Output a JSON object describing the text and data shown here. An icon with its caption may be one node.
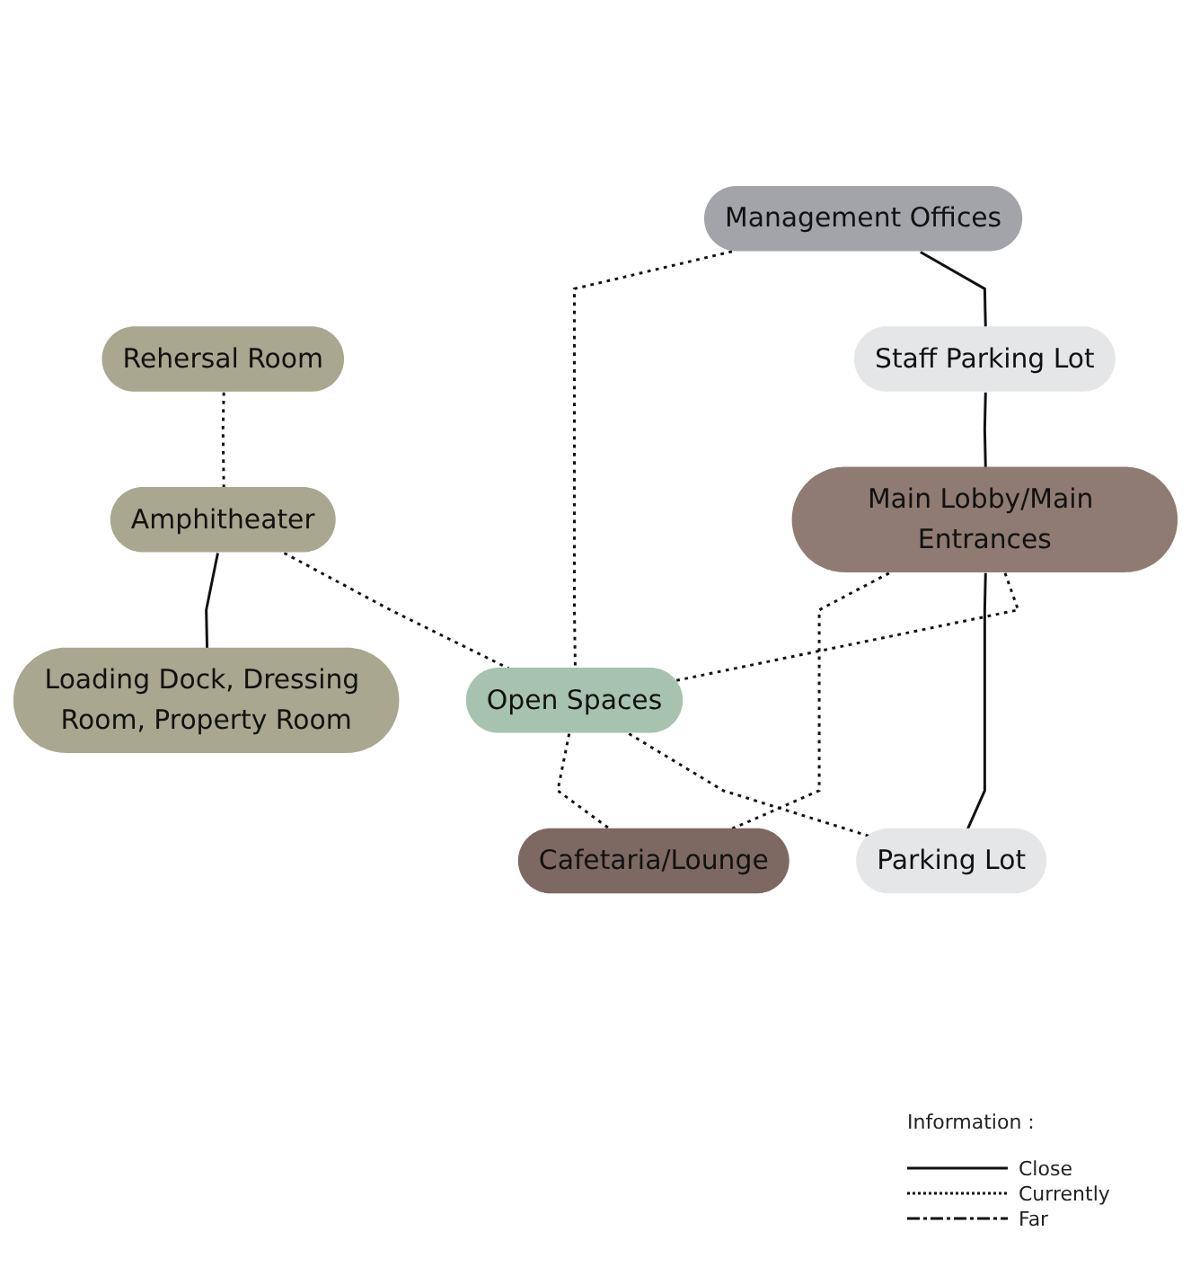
{
  "diagram": {
    "nodes": [
      {
        "text": [
          "Management Offices"
        ]
      },
      {
        "text": [
          "Rehersal Room"
        ]
      },
      {
        "text": [
          "Amphitheater"
        ]
      },
      {
        "text": [
          "Staff Parking Lot"
        ]
      },
      {
        "text": [
          "Open Spaces"
        ]
      },
      {
        "text": [
          "Loading Dock, Dressing Room, Property Room"
        ]
      },
      {
        "text": [
          "Main Lobby/Main Entrances"
        ]
      },
      {
        "text": [
          "Parking Lot"
        ]
      },
      {
        "text": [
          "Cafetaria/Lounge"
        ]
      }
    ],
    "edges": [
      {
        "from": 0,
        "to": 3,
        "arrow": "none"
      },
      {
        "from": 0,
        "to": 4,
        "arrow": "none",
        "style": "dashed"
      },
      {
        "from": 1,
        "to": 2,
        "arrow": "none",
        "style": "dashed"
      },
      {
        "from": 2,
        "to": 4,
        "arrow": "none",
        "style": "dashed"
      },
      {
        "from": 2,
        "to": 5,
        "arrow": "none"
      },
      {
        "from": 3,
        "to": 6,
        "arrow": "none"
      },
      {
        "from": 6,
        "to": 4,
        "arrow": "none",
        "style": "dashed"
      },
      {
        "from": 6,
        "to": 7,
        "arrow": "none"
      },
      {
        "from": 6,
        "to": 8,
        "arrow": "none",
        "style": "dashed"
      },
      {
        "from": 4,
        "to": 7,
        "arrow": "none",
        "style": "dashed"
      },
      {
        "from": 4,
        "to": 8,
        "arrow": "none",
        "style": "dashed"
      }
    ],
    "labels": [
      "Information :"
    ],
    "legend": [
      {
        "text": "Close"
      },
      {
        "text": "Currently"
      },
      {
        "text": "Far"
      }
    ]
  }
}
